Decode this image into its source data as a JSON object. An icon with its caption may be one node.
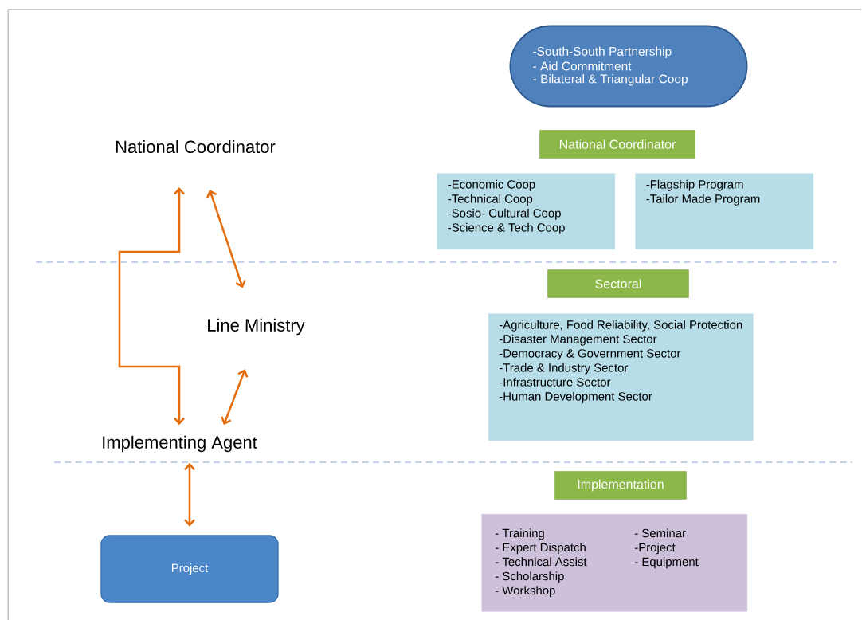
{
  "diagram": {
    "nodes": [
      {
        "text": [
          "National Coordinator"
        ]
      },
      {
        "text": [
          "Line Ministry"
        ]
      },
      {
        "text": [
          "Implementing Agent"
        ]
      },
      {
        "text": [
          "Project"
        ]
      },
      {
        "text": [
          "-South-South Partnership",
          "- Aid Commitment",
          "- Bilateral & Triangular Coop"
        ]
      },
      {
        "text": [
          "National Coordinator"
        ]
      },
      {
        "text": [
          "-Economic Coop",
          "-Technical Coop",
          "-Sosio- Cultural Coop",
          "-Science & Tech Coop"
        ]
      },
      {
        "text": [
          "-Flagship Program",
          "-Tailor Made Program"
        ]
      },
      {
        "text": [
          "Sectoral"
        ]
      },
      {
        "text": [
          "-Agriculture, Food Reliability, Social Protection",
          "-Disaster Management Sector",
          "-Democracy & Government Sector",
          "-Trade & Industry Sector",
          "-Infrastructure Sector",
          "-Human Development Sector"
        ]
      },
      {
        "text": [
          "Implementation"
        ]
      },
      {
        "text": [
          "- Training",
          "- Expert Dispatch",
          "- Technical Assist",
          "- Scholarship",
          "- Workshop",
          "- Seminar",
          "-Project",
          "- Equipment"
        ]
      }
    ],
    "edges": [
      {
        "from": 2,
        "to": 0,
        "arrow": "both"
      },
      {
        "from": 0,
        "to": 1,
        "arrow": "both"
      },
      {
        "from": 1,
        "to": 2,
        "arrow": "both"
      },
      {
        "from": 2,
        "to": 3,
        "arrow": "both"
      }
    ]
  }
}
